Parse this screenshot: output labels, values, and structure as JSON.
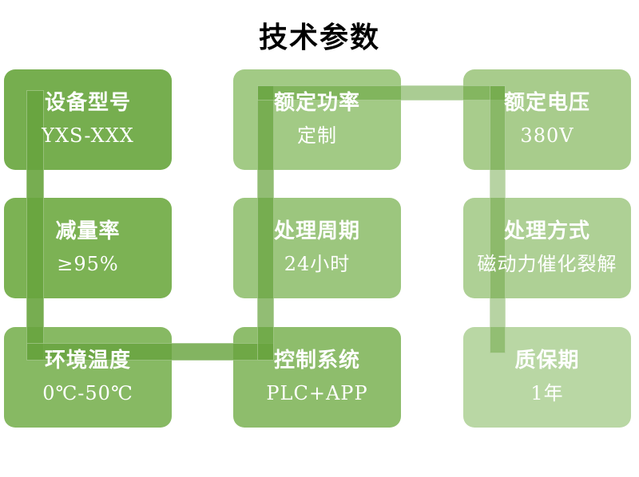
{
  "title": "技术参数",
  "background": "#ffffff",
  "title_color": "#000000",
  "text_color": "#ffffff",
  "cells": [
    {
      "label": "设备型号",
      "value": "YXS-XXX",
      "color": "#76ae4f"
    },
    {
      "label": "额定功率",
      "value": "定制",
      "color": "#a2ca85"
    },
    {
      "label": "额定电压",
      "value": "380V",
      "color": "#a8cc8c"
    },
    {
      "label": "减量率",
      "value": "≥95%",
      "color": "#7cb254"
    },
    {
      "label": "处理周期",
      "value": "24小时",
      "color": "#9cc67e"
    },
    {
      "label": "处理方式",
      "value": "磁动力催化裂解",
      "color": "#aed095"
    },
    {
      "label": "环境温度",
      "value": "0℃-50℃",
      "color": "#87b963"
    },
    {
      "label": "控制系统",
      "value": "PLC+APP",
      "color": "#8ebd6c"
    },
    {
      "label": "质保期",
      "value": "1年",
      "color": "#b9d7a4"
    }
  ],
  "connectors": [
    {
      "name": "flow-left-vertical",
      "color": "rgba(104,164,62,0.90)"
    },
    {
      "name": "flow-bottom-horizontal",
      "color": "rgba(104,164,62,0.82)"
    },
    {
      "name": "flow-middle-vertical",
      "color": "rgba(104,164,62,0.72)"
    },
    {
      "name": "flow-top-horizontal",
      "color": "rgba(104,164,62,0.56)"
    },
    {
      "name": "flow-right-vertical",
      "color": "rgba(104,164,62,0.48)"
    }
  ],
  "flow_order": [
    "设备型号",
    "减量率",
    "环境温度",
    "控制系统",
    "处理周期",
    "额定功率",
    "额定电压",
    "处理方式",
    "质保期"
  ]
}
